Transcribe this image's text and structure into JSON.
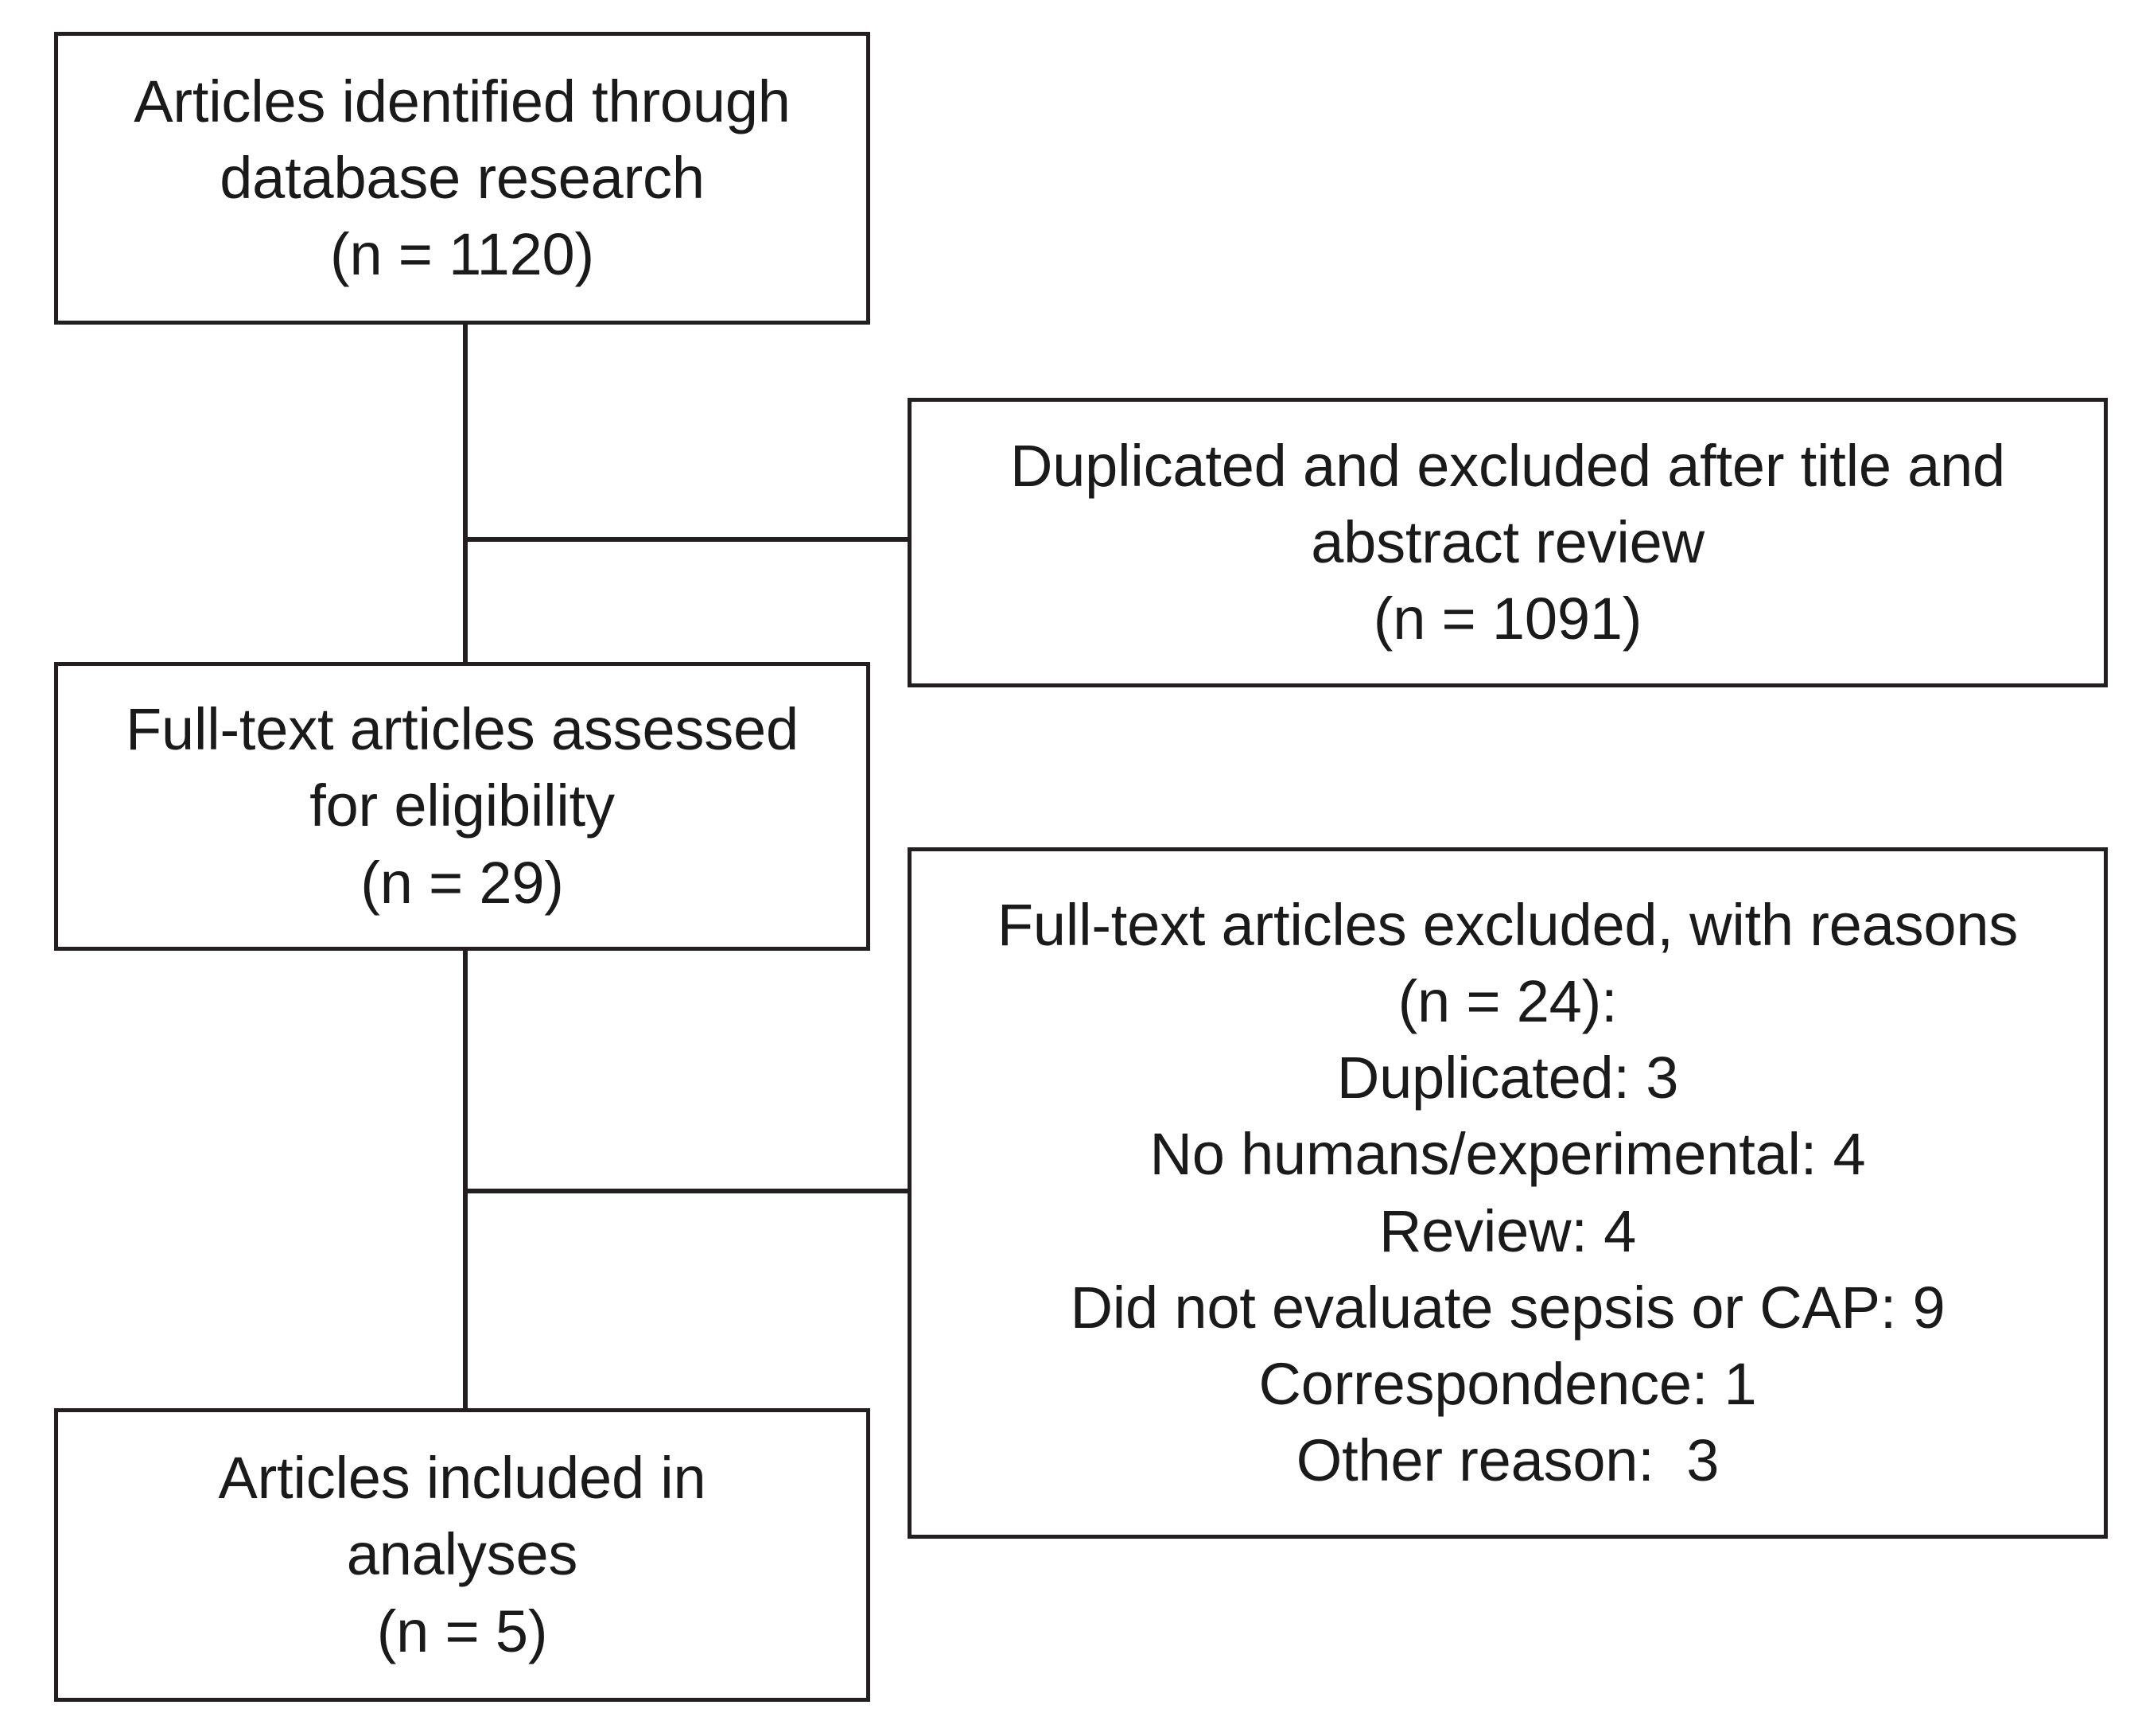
{
  "diagram": {
    "type": "prisma-flow-diagram",
    "title": "",
    "boxes": [
      {
        "id": "identified",
        "name": "articles-identified-box",
        "lines": [
          "Articles identified through",
          "database research",
          "(n = 1120)"
        ],
        "n": 1120
      },
      {
        "id": "duplicated",
        "name": "duplicated-excluded-box",
        "lines": [
          "Duplicated and excluded after title and",
          "abstract review",
          "(n = 1091)"
        ],
        "n": 1091
      },
      {
        "id": "fulltext",
        "name": "fulltext-assessed-box",
        "lines": [
          "Full-text articles assessed",
          "for eligibility",
          "(n = 29)"
        ],
        "n": 29
      },
      {
        "id": "excluded",
        "name": "fulltext-excluded-box",
        "lines": [
          "Full-text articles excluded, with reasons",
          "(n = 24):",
          "Duplicated: 3",
          "No humans/experimental: 4",
          "Review: 4",
          "Did not evaluate sepsis or CAP: 9",
          "Correspondence: 1",
          "Other reason:  3"
        ],
        "n": 24,
        "reasons": [
          {
            "label": "Duplicated",
            "count": 3
          },
          {
            "label": "No humans/experimental",
            "count": 4
          },
          {
            "label": "Review",
            "count": 4
          },
          {
            "label": "Did not evaluate sepsis or CAP",
            "count": 9
          },
          {
            "label": "Correspondence",
            "count": 1
          },
          {
            "label": "Other reason",
            "count": 3
          }
        ]
      },
      {
        "id": "included",
        "name": "articles-included-box",
        "lines": [
          "Articles included in",
          "analyses",
          "(n = 5)"
        ],
        "n": 5
      }
    ],
    "colors": {
      "stroke": "#231f20",
      "background": "#ffffff",
      "text": "#1a1a1a"
    }
  }
}
